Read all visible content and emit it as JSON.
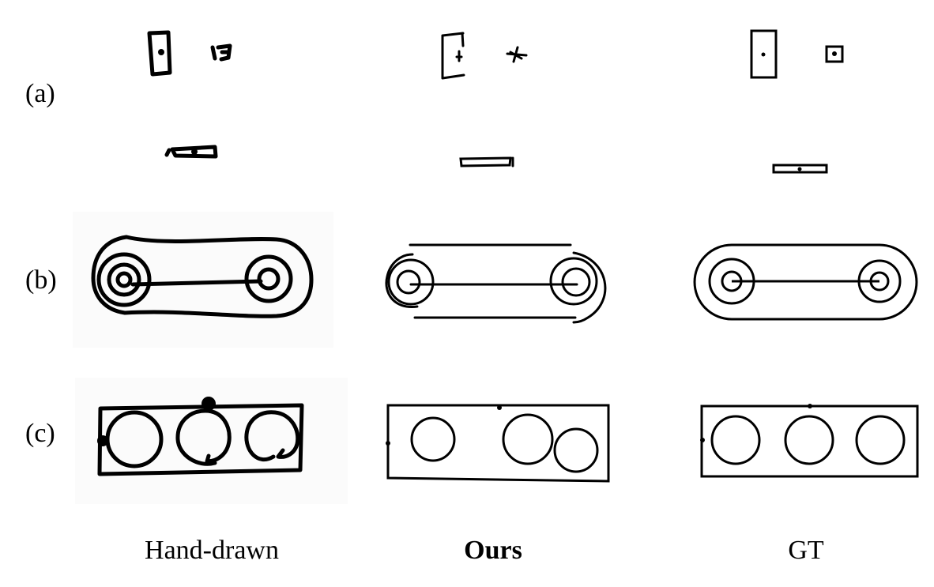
{
  "row_labels": {
    "a": "(a)",
    "b": "(b)",
    "c": "(c)"
  },
  "column_labels": {
    "hand_drawn": "Hand-drawn",
    "ours": "Ours",
    "gt": "GT"
  }
}
